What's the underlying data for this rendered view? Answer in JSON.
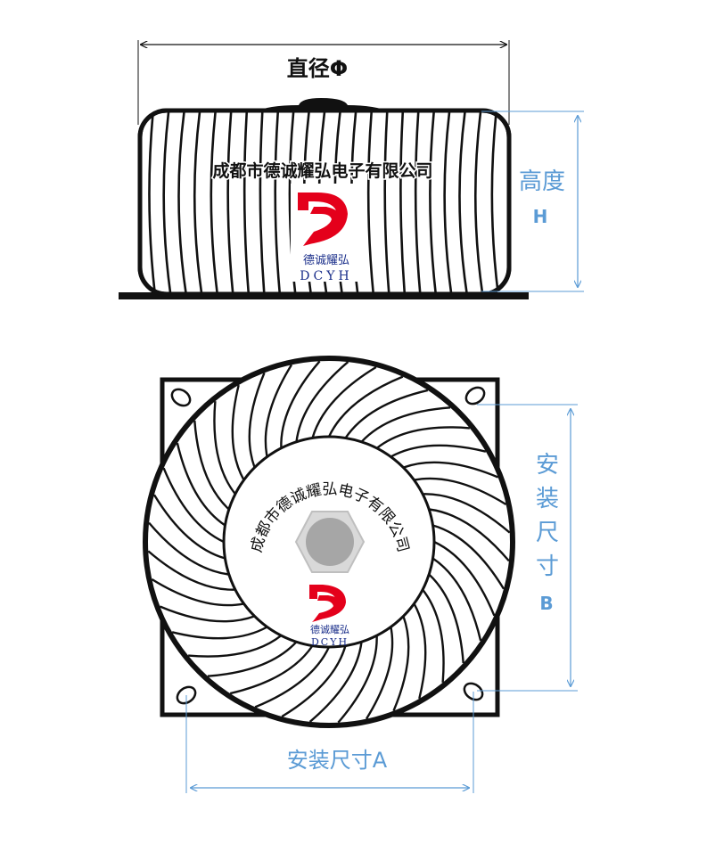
{
  "side_view": {
    "diameter_label": "直径Φ",
    "height_label": "高度",
    "height_symbol": "H",
    "company_name": "成都市德诚耀弘电子有限公司",
    "logo_cn": "德诚耀弘",
    "logo_en": "DCYH"
  },
  "top_view": {
    "company_name": "成都市德诚耀弘电子有限公司",
    "logo_cn": "德诚耀弘",
    "logo_en": "DCYH",
    "mount_b_chars": [
      "安",
      "装",
      "尺",
      "寸"
    ],
    "mount_b_symbol": "B",
    "mount_a_label": "安装尺寸A"
  },
  "colors": {
    "dimension_blue": "#5b9bd5",
    "outline": "#111111",
    "logo_red": "#e4001b",
    "logo_blue": "#1a2e8a",
    "nut_fill": "#d9d9d9",
    "nut_core": "#a6a6a6"
  }
}
